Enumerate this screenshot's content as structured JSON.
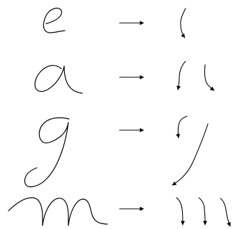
{
  "rows": [
    {
      "glyph": "e",
      "stroke_count": 1
    },
    {
      "glyph": "a",
      "stroke_count": 2
    },
    {
      "glyph": "g",
      "stroke_count": 2
    },
    {
      "glyph": "m",
      "stroke_count": 3
    }
  ],
  "colors": {
    "ink": "#000000",
    "background": "#ffffff"
  }
}
